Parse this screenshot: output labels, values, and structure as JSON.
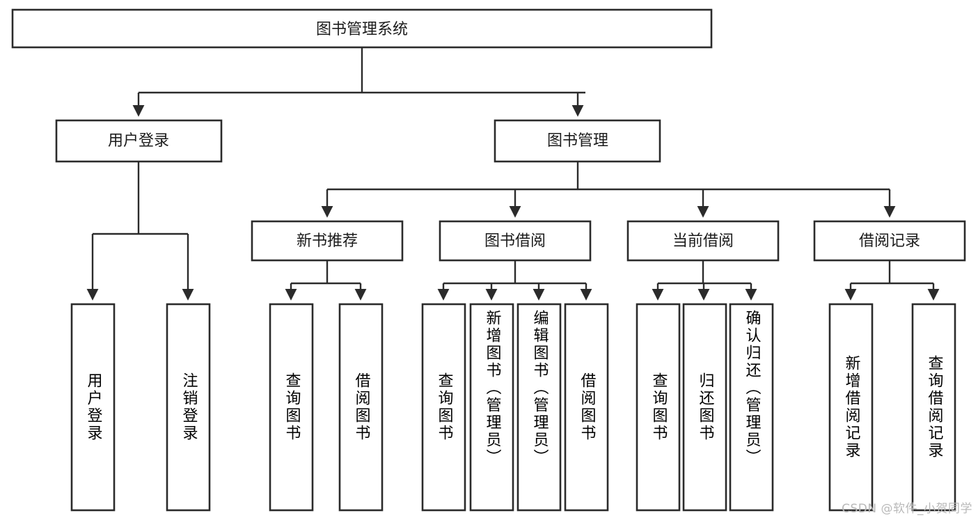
{
  "diagram": {
    "title": "图书管理系统",
    "watermark": "CSDN @软件_小贺同学",
    "colors": {
      "stroke": "#2b2b2b",
      "box_fill": "#ffffff",
      "text": "#1b1b1b",
      "background": "#ffffff",
      "watermark": "#b9b9b9"
    },
    "nodes": {
      "root": "图书管理系统",
      "level2": {
        "user_login": "用户登录",
        "book_manage": "图书管理"
      },
      "level3": {
        "new_book_recommend": "新书推荐",
        "book_borrow": "图书借阅",
        "current_borrow": "当前借阅",
        "borrow_record": "借阅记录"
      },
      "leaves": {
        "user_login_1": "用户登录",
        "user_login_2": "注销登录",
        "recommend_1": "查询图书",
        "recommend_2": "借阅图书",
        "borrow_1": "查询图书",
        "borrow_2": "新增图书（管理员）",
        "borrow_3": "编辑图书（管理员）",
        "borrow_4": "借阅图书",
        "current_1": "查询图书",
        "current_2": "归还图书",
        "current_3": "确认归还（管理员）",
        "record_1": "新增借阅记录",
        "record_2": "查询借阅记录"
      }
    }
  }
}
